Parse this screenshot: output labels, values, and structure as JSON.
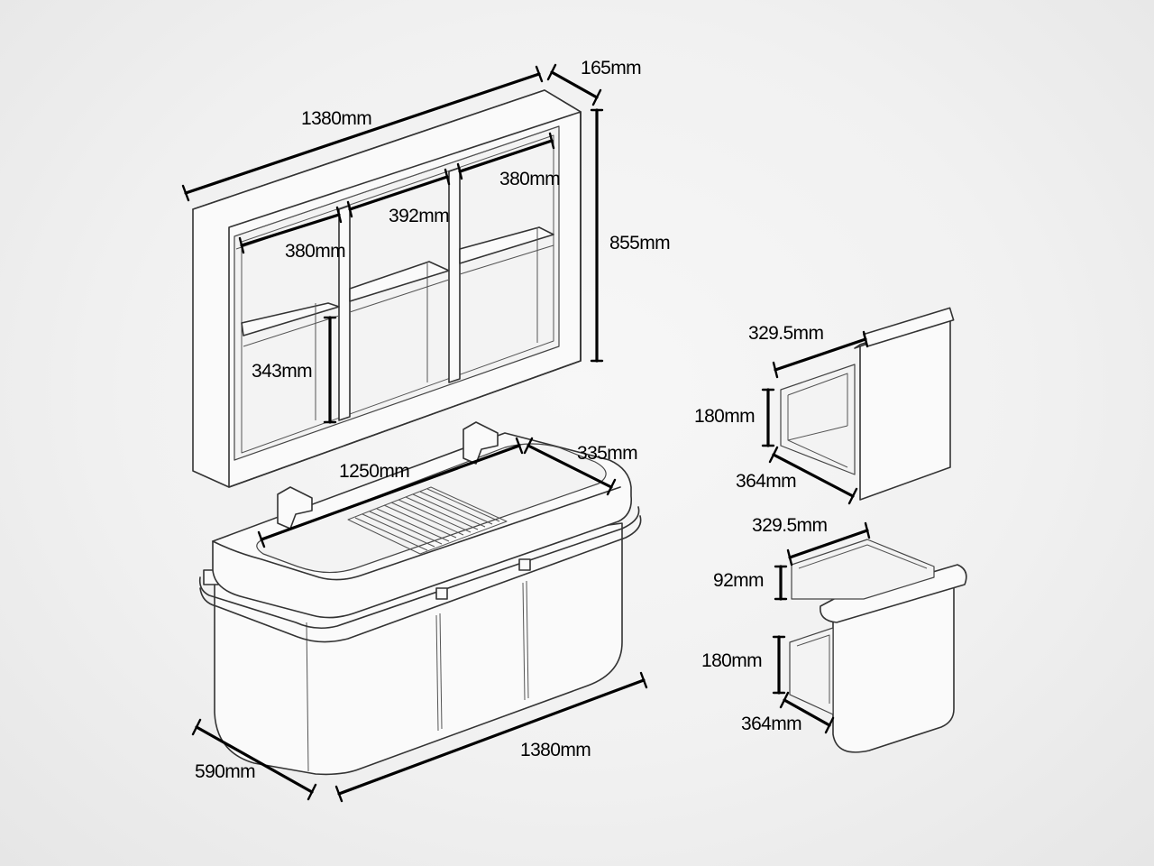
{
  "mirror_cabinet": {
    "width_total": "1380mm",
    "depth": "165mm",
    "height": "855mm",
    "left_bay_width": "380mm",
    "middle_bay_width": "392mm",
    "right_bay_width": "380mm",
    "shelf_gap": "343mm"
  },
  "vanity": {
    "basin_length": "1250mm",
    "basin_depth": "335mm",
    "width": "1380mm",
    "depth": "590mm"
  },
  "single_drawer": {
    "width": "329.5mm",
    "height": "180mm",
    "depth": "364mm"
  },
  "double_drawer": {
    "width": "329.5mm",
    "top_height": "92mm",
    "bottom_height": "180mm",
    "depth": "364mm"
  }
}
